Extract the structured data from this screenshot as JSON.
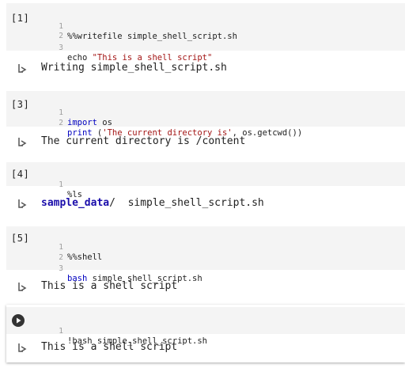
{
  "cells": [
    {
      "exec": "[1]",
      "lines": [
        {
          "n": "1",
          "text": "%%writefile simple_shell_script.sh"
        },
        {
          "n": "2",
          "text": ""
        },
        {
          "n": "3",
          "pre": "echo ",
          "str": "\"This is a shell script\""
        }
      ],
      "output": "Writing simple_shell_script.sh"
    },
    {
      "exec": "[3]",
      "lines": [
        {
          "n": "1",
          "kw": "import",
          "rest": " os"
        },
        {
          "n": "2",
          "kw": "print",
          "rest": " (",
          "str": "'The current directory is'",
          "tail": ", os.getcwd())"
        }
      ],
      "output": "The current directory is /content"
    },
    {
      "exec": "[4]",
      "lines": [
        {
          "n": "1",
          "text": "%ls"
        }
      ],
      "output_dir": "sample_data",
      "output_rest": "/  simple_shell_script.sh"
    },
    {
      "exec": "[5]",
      "lines": [
        {
          "n": "1",
          "text": "%%shell"
        },
        {
          "n": "2",
          "text": ""
        },
        {
          "n": "3",
          "kw": "bash",
          "rest": " simple_shell_script.sh"
        }
      ],
      "output": "This is a shell script"
    },
    {
      "lines": [
        {
          "n": "1",
          "text": "!bash simple_shell_script.sh"
        }
      ],
      "output": "This is a shell script"
    }
  ]
}
